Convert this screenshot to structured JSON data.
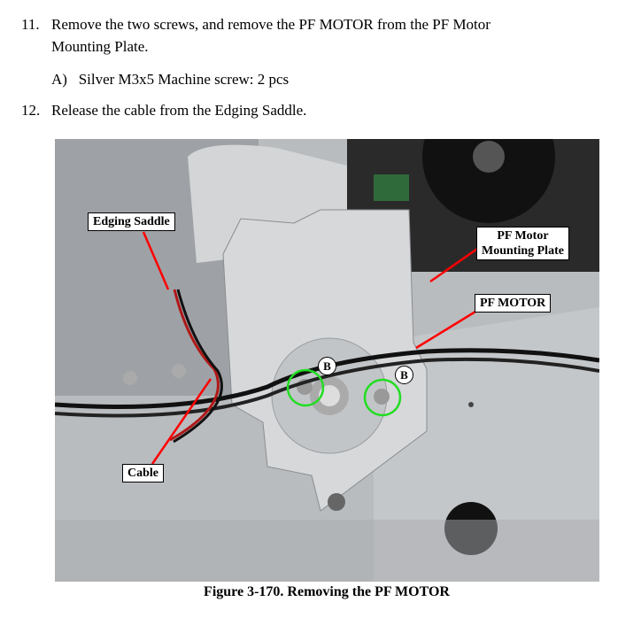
{
  "steps": [
    {
      "number": "11.",
      "text_line1": "Remove the two screws, and remove the PF MOTOR from the PF Motor",
      "text_line2": "Mounting Plate.",
      "sub": "A)   Silver M3x5 Machine screw: 2 pcs"
    },
    {
      "number": "12.",
      "text_line1": "Release the cable from the Edging Saddle."
    }
  ],
  "figure": {
    "caption": "Figure 3-170.  Removing the PF MOTOR",
    "labels": {
      "edging_saddle": "Edging Saddle",
      "mounting_plate_1": "PF Motor",
      "mounting_plate_2": "Mounting Plate",
      "pf_motor": "PF MOTOR",
      "cable": "Cable",
      "screw_b": "B"
    },
    "colors": {
      "arrow": "#ff0000",
      "screw_circle": "#22dd22"
    }
  }
}
